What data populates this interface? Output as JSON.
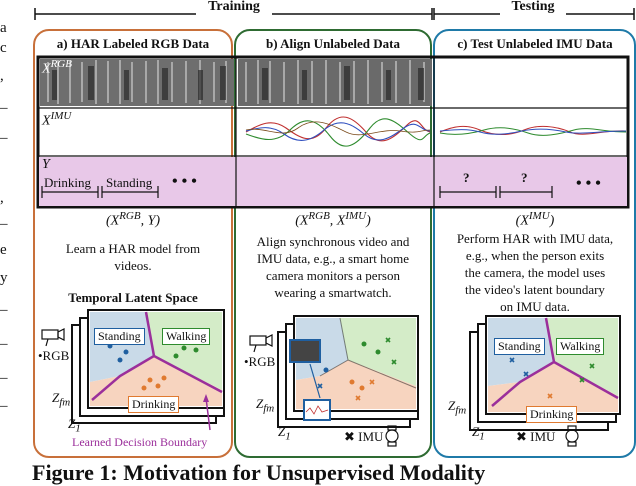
{
  "phases": {
    "training": "Training",
    "testing": "Testing"
  },
  "panels": {
    "a": {
      "title": "a) HAR Labeled RGB Data",
      "pair": "(X",
      "pair_sup": "RGB",
      "pair_end": ", Y)",
      "desc": [
        "Learn a HAR model from",
        "videos."
      ],
      "latent_title": "Temporal Latent Space"
    },
    "b": {
      "title": "b) Align Unlabeled Data",
      "pair": "(X",
      "pair_sup1": "RGB",
      "pair_mid": ", X",
      "pair_sup2": "IMU",
      "pair_end": ")",
      "desc": [
        "Align synchronous video and",
        "IMU data, e.g., a smart home",
        "camera monitors a person",
        "wearing a smartwatch."
      ]
    },
    "c": {
      "title": "c) Test Unlabeled IMU Data",
      "pair": "(X",
      "pair_sup": "IMU",
      "pair_end": ")",
      "desc": [
        "Perform HAR with IMU data,",
        "e.g., when the person exits",
        "the camera, the model uses",
        "the video's latent boundary",
        "on IMU data."
      ]
    }
  },
  "rows": {
    "x_rgb": "X",
    "x_rgb_sup": "RGB",
    "x_imu": "X",
    "x_imu_sup": "IMU",
    "y": "Y"
  },
  "labels_a": {
    "drinking": "Drinking",
    "standing": "Standing",
    "dots": "• • •"
  },
  "labels_c": {
    "q1": "?",
    "q2": "?",
    "dots": "• • •"
  },
  "latent": {
    "standing": "Standing",
    "walking": "Walking",
    "drinking": "Drinking",
    "rgb": "•RGB",
    "imu": "IMU",
    "z_fm": "Z",
    "z_fm_sub": "fm",
    "z_1": "Z",
    "z_1_sub": "1",
    "boundary": "Learned Decision Boundary"
  },
  "caption": "Figure 1:  Motivation for Unsupervised Modality",
  "margin_fragments": [
    "a",
    "c",
    ",",
    "–",
    "–",
    ",",
    "–",
    "e",
    "y",
    "–",
    "–",
    "–",
    "–"
  ],
  "colors": {
    "panel_a": "#c8703a",
    "panel_b": "#2e6b32",
    "panel_c": "#1f7aa8",
    "y_row": "#e8c8e8",
    "purple": "#9b2f9b"
  }
}
